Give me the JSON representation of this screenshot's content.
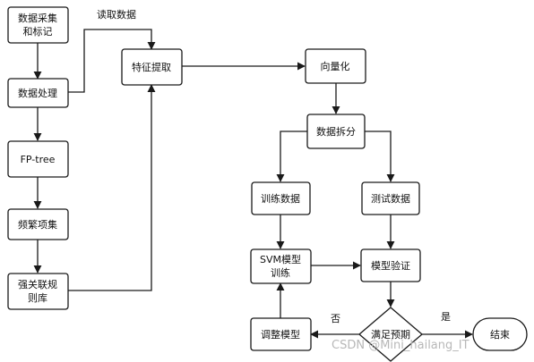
{
  "nodes": {
    "collect": [
      "数据采集",
      "和标记"
    ],
    "process": [
      "数据处理"
    ],
    "fptree": [
      "FP-tree"
    ],
    "frequent": [
      "频繁项集"
    ],
    "rules": [
      "强关联规",
      "则库"
    ],
    "extract": [
      "特征提取"
    ],
    "vector": [
      "向量化"
    ],
    "split": [
      "数据拆分"
    ],
    "train": [
      "训练数据"
    ],
    "test": [
      "测试数据"
    ],
    "svm": [
      "SVM模型",
      "训练"
    ],
    "verify": [
      "模型验证"
    ],
    "adjust": [
      "调整模型"
    ],
    "decision": [
      "满足预期"
    ],
    "end": [
      "结束"
    ]
  },
  "edge_labels": {
    "read": "读取数据",
    "no": "否",
    "yes": "是"
  },
  "watermark": "CSDN @Mini_hailang_IT"
}
